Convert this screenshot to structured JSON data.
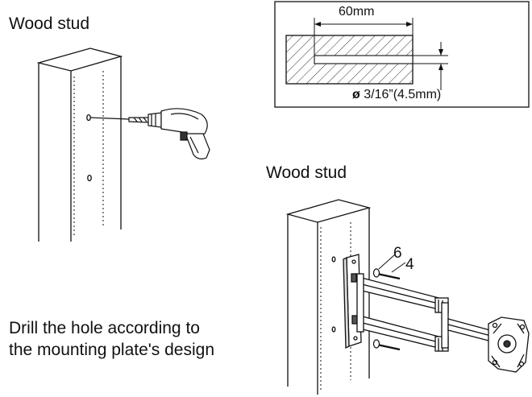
{
  "labels": {
    "stud_top": "Wood stud",
    "stud_bottom": "Wood stud",
    "instruction_line1": "Drill the hole according to",
    "instruction_line2": "the mounting plate's design",
    "depth": "60mm",
    "diameter_symbol": "ø",
    "diameter": "3/16”(4.5mm)",
    "part_6": "6",
    "part_4": "4"
  },
  "colors": {
    "line": "#111111",
    "background": "#ffffff",
    "hatch": "#333333"
  }
}
